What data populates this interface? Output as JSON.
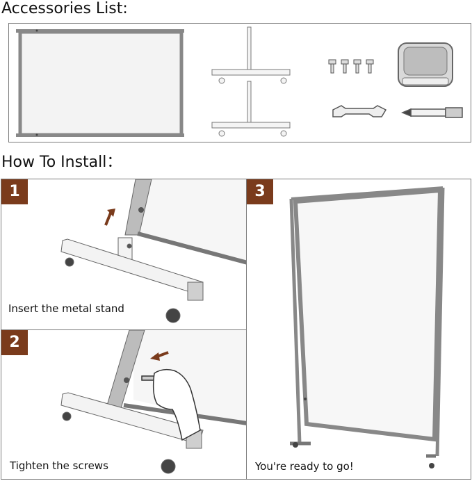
{
  "headings": {
    "accessories": "Accessories List:",
    "install": "How To Install："
  },
  "steps": [
    {
      "number": "1",
      "caption": "Insert the metal stand"
    },
    {
      "number": "2",
      "caption": "Tighten the screws"
    },
    {
      "number": "3",
      "caption": "You're ready to go!"
    }
  ],
  "colors": {
    "badge": "#7a3b1c",
    "arrow": "#7a3b1c",
    "frame": "#8a8a8a"
  },
  "accessories_icons": [
    "whiteboard-panel-icon",
    "stand-legs-icon",
    "screws-icon",
    "eraser-icon",
    "wrench-icon",
    "marker-icon"
  ]
}
